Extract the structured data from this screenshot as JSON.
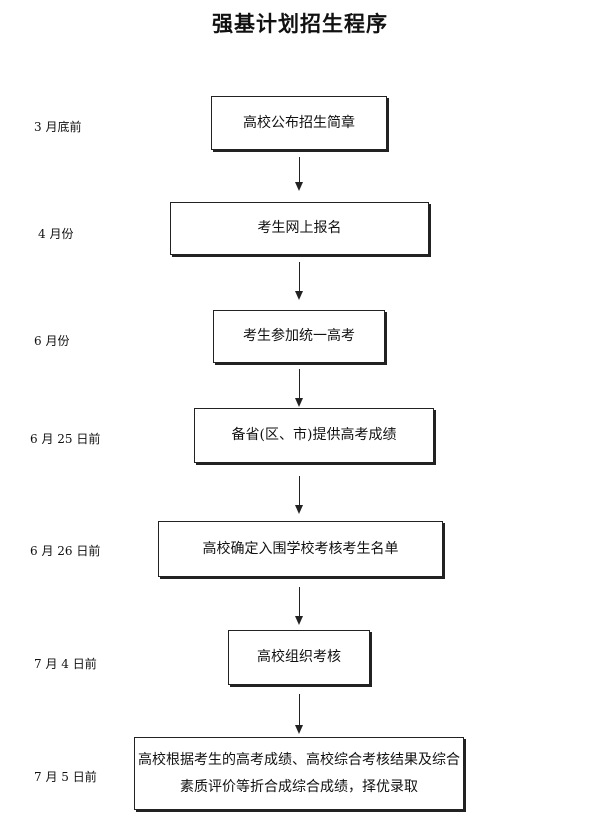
{
  "title": "强基计划招生程序",
  "steps": [
    {
      "date": "3 月底前",
      "label": "高校公布招生简章"
    },
    {
      "date": "4 月份",
      "label": "考生网上报名"
    },
    {
      "date": "6 月份",
      "label": "考生参加统一高考"
    },
    {
      "date": "6 月 25 日前",
      "label": "备省(区、市)提供高考成绩"
    },
    {
      "date": "6 月 26 日前",
      "label": "高校确定入围学校考核考生名单"
    },
    {
      "date": "7 月 4 日前",
      "label": "高校组织考核"
    },
    {
      "date": "7 月 5 日前",
      "label_line1": "高校根据考生的高考成绩、高校综合考核结果及综合",
      "label_line2": "素质评价等折合成综合成绩，择优录取"
    }
  ]
}
